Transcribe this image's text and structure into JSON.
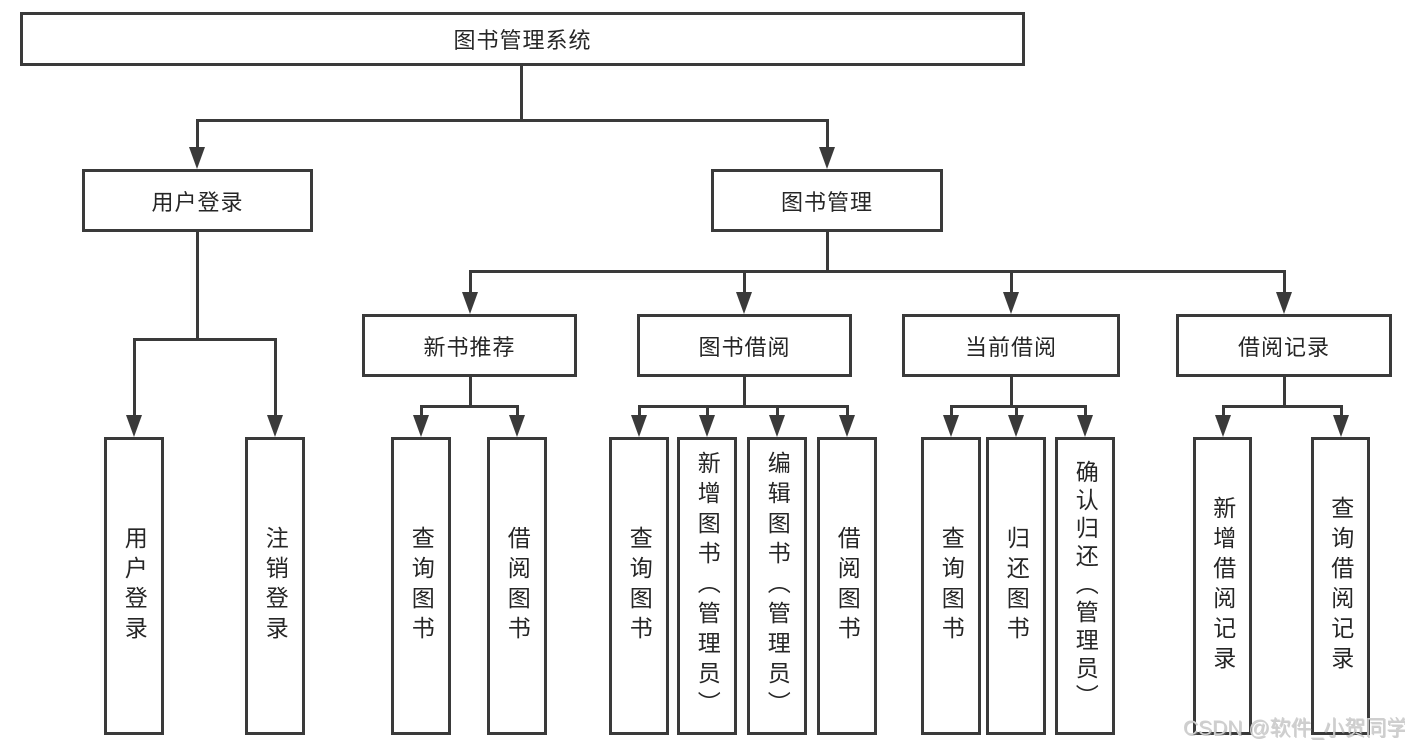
{
  "tree": {
    "root": "图书管理系统",
    "branches": [
      {
        "label": "用户登录",
        "children": [
          "用户登录",
          "注销登录"
        ]
      },
      {
        "label": "图书管理",
        "groups": [
          {
            "label": "新书推荐",
            "children": [
              "查询图书",
              "借阅图书"
            ]
          },
          {
            "label": "图书借阅",
            "children": [
              "查询图书",
              "新增图书（管理员）",
              "编辑图书（管理员）",
              "借阅图书"
            ]
          },
          {
            "label": "当前借阅",
            "children": [
              "查询图书",
              "归还图书",
              "确认归还（管理员）"
            ]
          },
          {
            "label": "借阅记录",
            "children": [
              "新增借阅记录",
              "查询借阅记录"
            ]
          }
        ]
      }
    ]
  },
  "watermark": "CSDN @软件_小贺同学",
  "colors": {
    "line": "#3a3a3a",
    "text": "#262626",
    "background": "#ffffff",
    "watermark": "#cfcfcf"
  }
}
